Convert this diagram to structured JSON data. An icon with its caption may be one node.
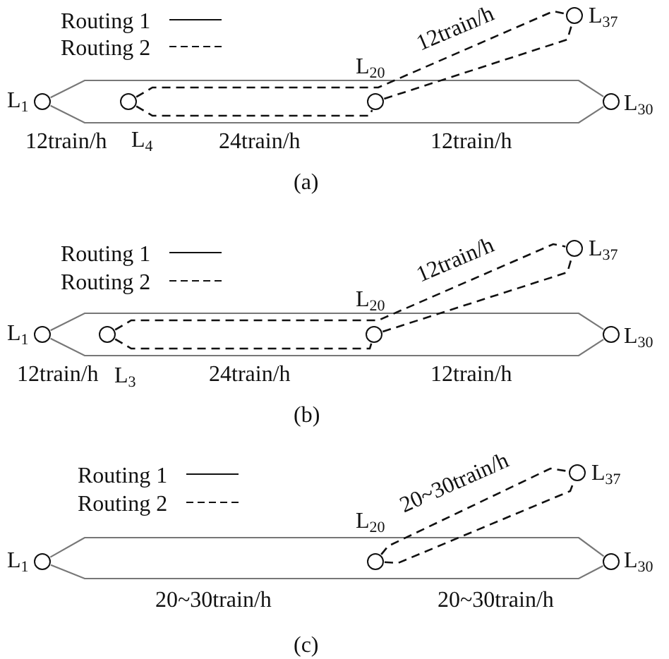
{
  "diagram": {
    "nodes": [
      {
        "text": [
          "L$_{1}$"
        ]
      },
      {
        "text": [
          "L$_{4}$"
        ]
      },
      {
        "text": [
          "L$_{20}$"
        ]
      },
      {
        "text": [
          "L$_{37}$"
        ]
      },
      {
        "text": [
          "L$_{30}$"
        ]
      },
      {
        "text": [
          "L$_{1}$"
        ]
      },
      {
        "text": [
          "L$_{3}$"
        ]
      },
      {
        "text": [
          "L$_{20}$"
        ]
      },
      {
        "text": [
          "L$_{37}$"
        ]
      },
      {
        "text": [
          "L$_{30}$"
        ]
      },
      {
        "text": [
          "L$_{1}$"
        ]
      },
      {
        "text": [
          "L$_{20}$"
        ]
      },
      {
        "text": [
          "L$_{37}$"
        ]
      },
      {
        "text": [
          "L$_{30}$"
        ]
      }
    ],
    "edges": [
      {
        "from": 0,
        "to": 4,
        "arrow": "none",
        "color": "#777777"
      },
      {
        "from": 0,
        "to": 4,
        "arrow": "none",
        "color": "#777777"
      },
      {
        "from": 1,
        "to": 3,
        "arrow": "none",
        "style": "dashed",
        "label": "12train/h"
      },
      {
        "from": 1,
        "to": 2,
        "arrow": "none",
        "style": "dashed"
      },
      {
        "from": 2,
        "to": 3,
        "arrow": "none",
        "style": "dashed"
      },
      {
        "from": 5,
        "to": 9,
        "arrow": "none",
        "color": "#777777"
      },
      {
        "from": 5,
        "to": 9,
        "arrow": "none",
        "color": "#777777"
      },
      {
        "from": 6,
        "to": 8,
        "arrow": "none",
        "style": "dashed",
        "label": "12train/h"
      },
      {
        "from": 6,
        "to": 7,
        "arrow": "none",
        "style": "dashed"
      },
      {
        "from": 7,
        "to": 8,
        "arrow": "none",
        "style": "dashed"
      },
      {
        "from": 10,
        "to": 13,
        "arrow": "none",
        "color": "#777777"
      },
      {
        "from": 10,
        "to": 13,
        "arrow": "none",
        "color": "#777777"
      },
      {
        "from": 11,
        "to": 12,
        "arrow": "none",
        "style": "dashed",
        "label": "20~30train/h"
      },
      {
        "from": 11,
        "to": 12,
        "arrow": "none",
        "style": "dashed"
      }
    ],
    "labels": [
      "12train/h",
      "24train/h",
      "12train/h",
      "(a)",
      "12train/h",
      "24train/h",
      "12train/h",
      "(b)",
      "20~30train/h",
      "20~30train/h",
      "(c)"
    ],
    "legend": [
      {
        "text": "Routing 1"
      },
      {
        "text": "Routing 2"
      },
      {
        "text": "Routing 1"
      },
      {
        "text": "Routing 2"
      },
      {
        "text": "Routing 1"
      },
      {
        "text": "Routing 2"
      }
    ]
  }
}
